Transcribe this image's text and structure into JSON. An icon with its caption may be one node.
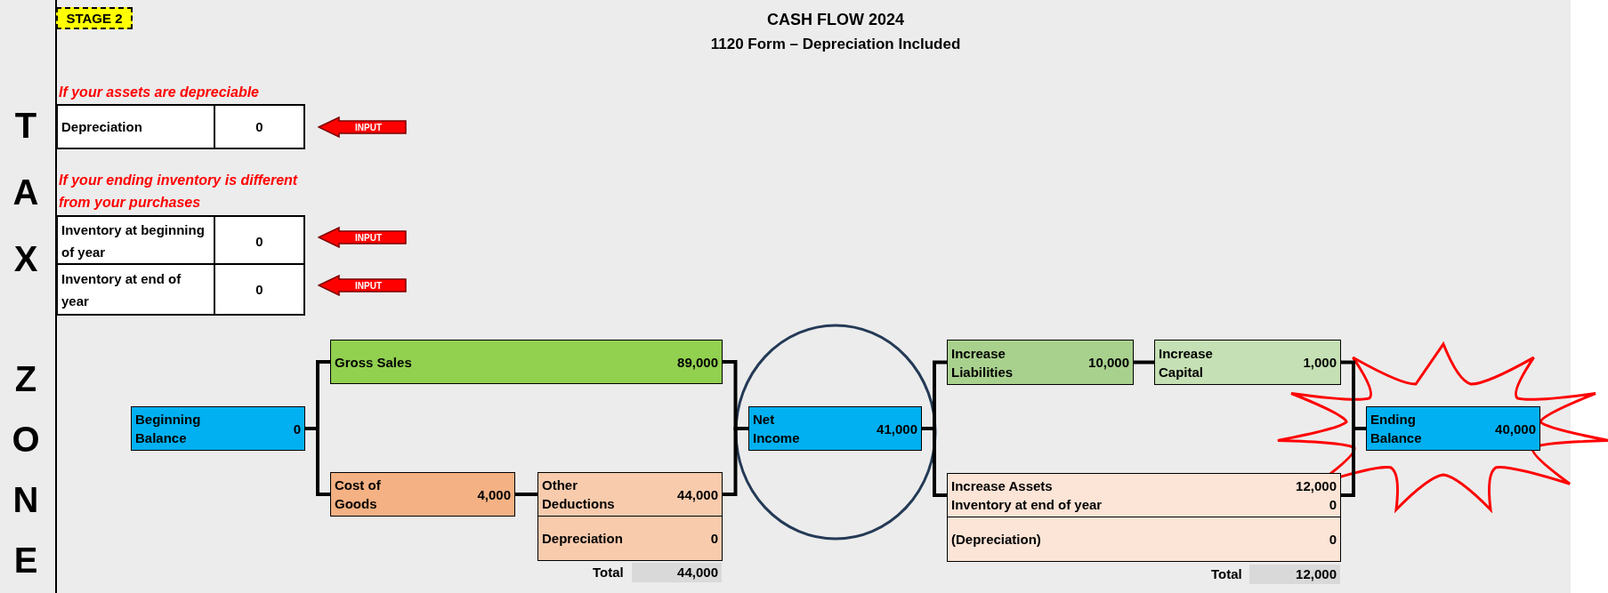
{
  "diagram": {
    "title": "CASH FLOW 2024",
    "nodes": [
      {
        "text": [
          "STAGE 2"
        ]
      },
      {
        "text": [
          "Depreciation",
          "0"
        ]
      },
      {
        "text": [
          "INPUT"
        ]
      },
      {
        "text": [
          "Inventory at beginning of year",
          "0"
        ]
      },
      {
        "text": [
          "INPUT"
        ]
      },
      {
        "text": [
          "Inventory at end of year",
          "0"
        ]
      },
      {
        "text": [
          "INPUT"
        ]
      },
      {
        "text": [
          "Beginning Balance",
          "0"
        ]
      },
      {
        "text": [
          "Gross Sales",
          "89,000"
        ]
      },
      {
        "text": [
          "Cost of Goods",
          "4,000"
        ]
      },
      {
        "text": [
          "Other Deductions",
          "44,000"
        ]
      },
      {
        "text": [
          "Depreciation",
          "0"
        ]
      },
      {
        "text": [
          "Net Income",
          "41,000"
        ]
      },
      {
        "text": [
          "Increase Liabilities",
          "10,000"
        ]
      },
      {
        "text": [
          "Increase Capital",
          "1,000"
        ]
      },
      {
        "text": [
          "Increase Assets",
          "12,000",
          "Inventory at end of year",
          "0"
        ]
      },
      {
        "text": [
          "(Depreciation)",
          "0"
        ]
      },
      {
        "text": [
          "Ending Balance",
          "40,000"
        ]
      }
    ],
    "edges": [
      {
        "from": 7,
        "to": 8,
        "arrow": "none"
      },
      {
        "from": 7,
        "to": 9,
        "arrow": "none"
      },
      {
        "from": 9,
        "to": 10,
        "arrow": "none"
      },
      {
        "from": 8,
        "to": 12,
        "arrow": "none"
      },
      {
        "from": 10,
        "to": 12,
        "arrow": "none"
      },
      {
        "from": 12,
        "to": 13,
        "arrow": "none"
      },
      {
        "from": 12,
        "to": 15,
        "arrow": "none"
      },
      {
        "from": 13,
        "to": 14,
        "arrow": "none"
      },
      {
        "from": 14,
        "to": 17,
        "arrow": "none"
      },
      {
        "from": 15,
        "to": 17,
        "arrow": "none"
      }
    ],
    "labels": [
      "1120 Form – Depreciation Included",
      "TAX",
      "ZONE",
      "If your assets are depreciable",
      "If your ending inventory is different from your purchases",
      "Total",
      "44,000",
      "Total",
      "12,000"
    ]
  }
}
